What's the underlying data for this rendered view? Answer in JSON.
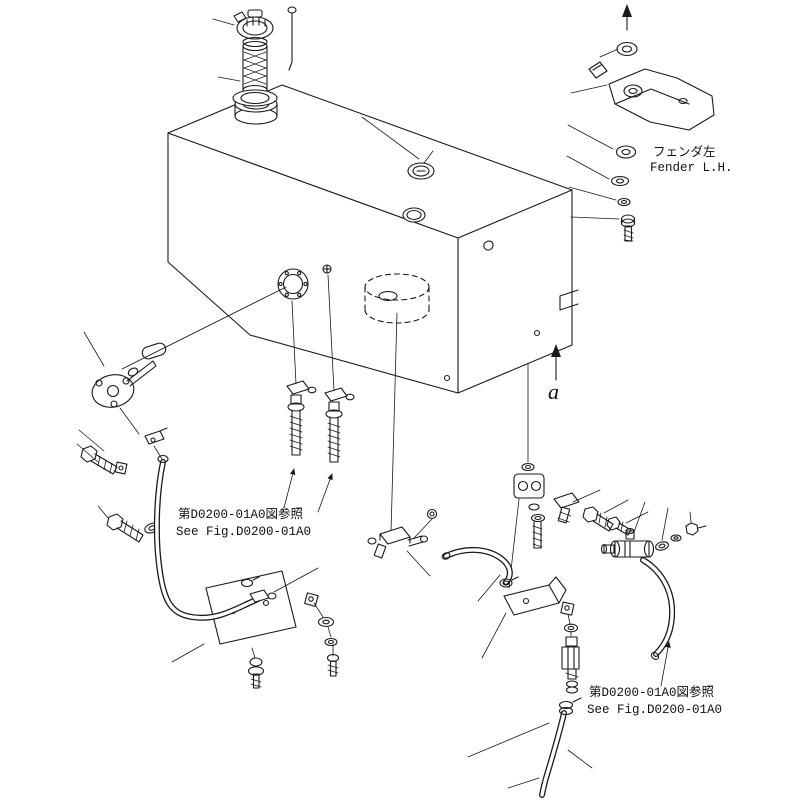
{
  "labels": {
    "fender_jp": "フェンダ左",
    "fender_en": "Fender L.H.",
    "marker_a": "a",
    "ref_left_jp": "第D0200-01A0図参照",
    "ref_left_en": "See Fig.D0200-01A0",
    "ref_right_jp": "第D0200-01A0図参照",
    "ref_right_en": "See Fig.D0200-01A0"
  },
  "colors": {
    "line": "#1a1a1a",
    "background": "#ffffff"
  }
}
